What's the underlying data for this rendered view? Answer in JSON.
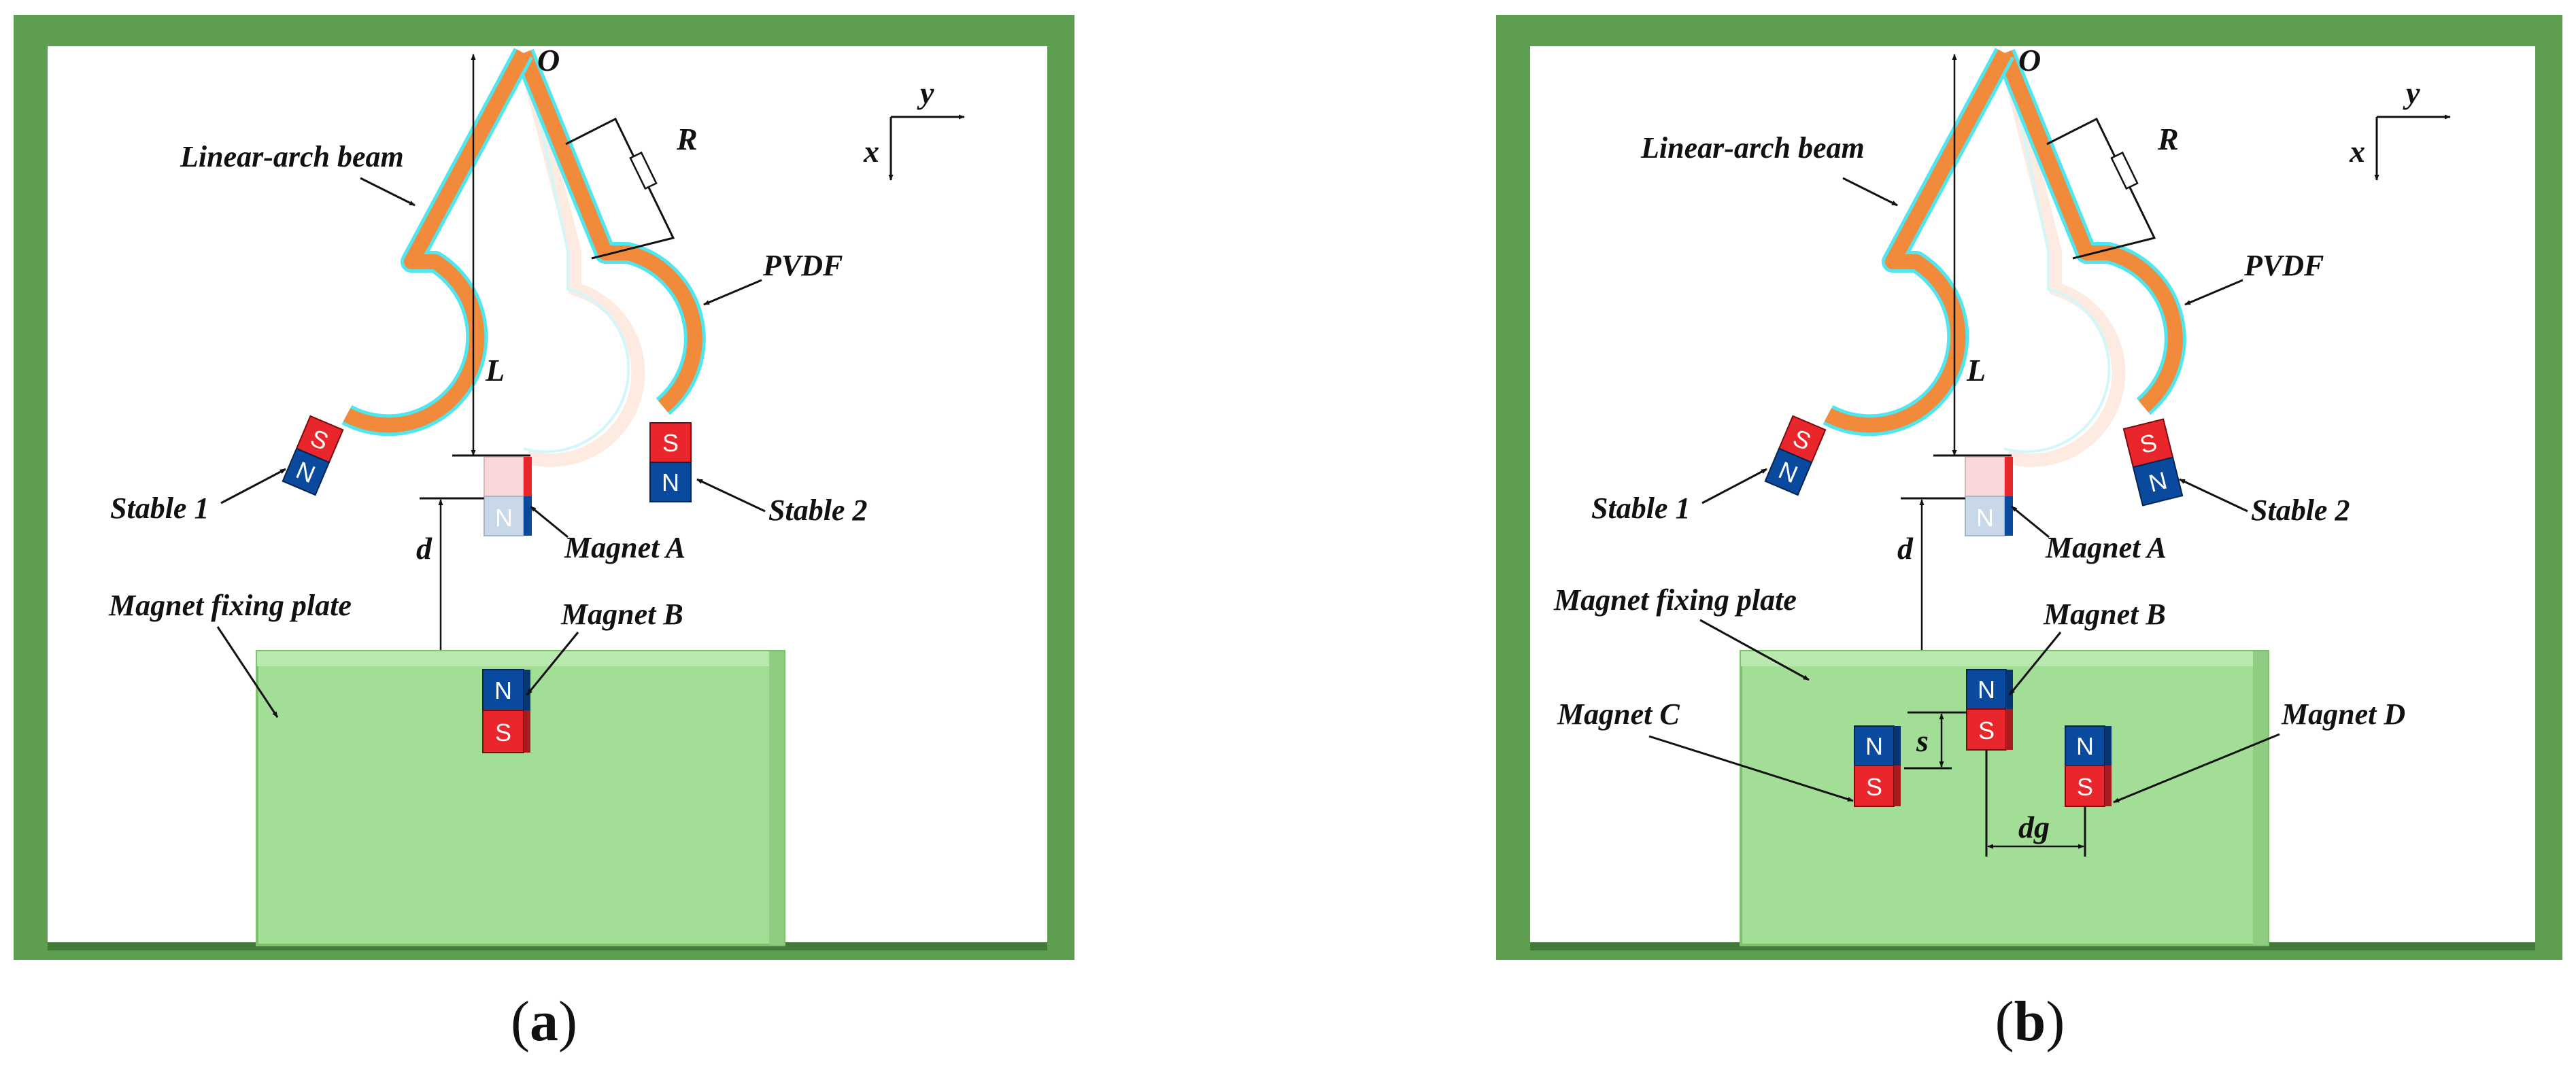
{
  "colors": {
    "frame": "#5e9e50",
    "frame_dark": "#447a38",
    "plate": "#a3de96",
    "plate_edge": "#7fc06f",
    "beam": "#f28a3c",
    "pvdf": "#4fe6f0",
    "magnet_north": "#0a4a9e",
    "magnet_south": "#e8262b"
  },
  "panel_a": {
    "caption_open": "(",
    "caption_letter": "a",
    "caption_close": ")",
    "labels": {
      "origin": "O",
      "resistor": "R",
      "beam": "Linear-arch beam",
      "pvdf": "PVDF",
      "length": "L",
      "distance": "d",
      "stable1": "Stable 1",
      "stable2": "Stable 2",
      "magnet_a": "Magnet A",
      "magnet_b": "Magnet B",
      "plate": "Magnet fixing plate",
      "axis_x": "x",
      "axis_y": "y"
    }
  },
  "panel_b": {
    "caption_open": "(",
    "caption_letter": "b",
    "caption_close": ")",
    "labels": {
      "origin": "O",
      "resistor": "R",
      "beam": "Linear-arch beam",
      "pvdf": "PVDF",
      "length": "L",
      "distance": "d",
      "spacing_s": "s",
      "spacing_dg": "dg",
      "stable1": "Stable 1",
      "stable2": "Stable 2",
      "magnet_a": "Magnet A",
      "magnet_b": "Magnet B",
      "magnet_c": "Magnet C",
      "magnet_d": "Magnet D",
      "plate": "Magnet fixing plate",
      "axis_x": "x",
      "axis_y": "y"
    }
  },
  "poles": {
    "north": "N",
    "south": "S"
  }
}
